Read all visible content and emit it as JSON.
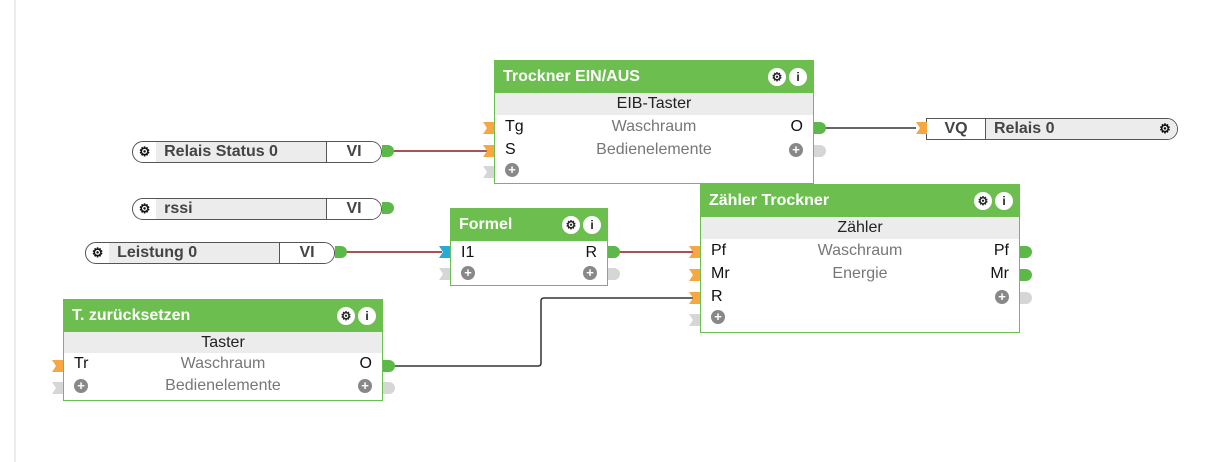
{
  "colors": {
    "block_header": "#6cbf4f",
    "wire_dark": "#8b1a1a",
    "wire_black": "#333333",
    "pin_out": "#5cb848",
    "pin_in_orange": "#f5a742",
    "pin_in_blue": "#2aa8d8",
    "pin_empty": "#d6d6d6"
  },
  "inputs": [
    {
      "name": "Relais Status 0",
      "tag": "VI",
      "icon": "gear-icon"
    },
    {
      "name": "rssi",
      "tag": "VI",
      "icon": "gear-icon"
    },
    {
      "name": "Leistung 0",
      "tag": "VI",
      "icon": "gear-icon"
    }
  ],
  "output": {
    "tag": "VQ",
    "name": "Relais 0",
    "icon": "gear-icon"
  },
  "blocks": {
    "trockner": {
      "title": "Trockner EIN/AUS",
      "type": "EIB-Taster",
      "rows": [
        {
          "l": "Tg",
          "c": "Waschraum",
          "r": "O"
        },
        {
          "l": "S",
          "c": "Bedienelemente",
          "r": ""
        }
      ]
    },
    "formel": {
      "title": "Formel",
      "rows": [
        {
          "l": "I1",
          "r": "R"
        }
      ]
    },
    "zaehler": {
      "title": "Zähler Trockner",
      "type": "Zähler",
      "rows": [
        {
          "l": "Pf",
          "c": "Waschraum",
          "r": "Pf"
        },
        {
          "l": "Mr",
          "c": "Energie",
          "r": "Mr"
        },
        {
          "l": "R",
          "c": "",
          "r": ""
        }
      ]
    },
    "reset": {
      "title": "T. zurücksetzen",
      "type": "Taster",
      "rows": [
        {
          "l": "Tr",
          "c": "Waschraum",
          "r": "O"
        }
      ],
      "extra_center": "Bedienelemente"
    }
  },
  "icons": {
    "gear": "⚙",
    "info": "i",
    "plus": "+"
  }
}
